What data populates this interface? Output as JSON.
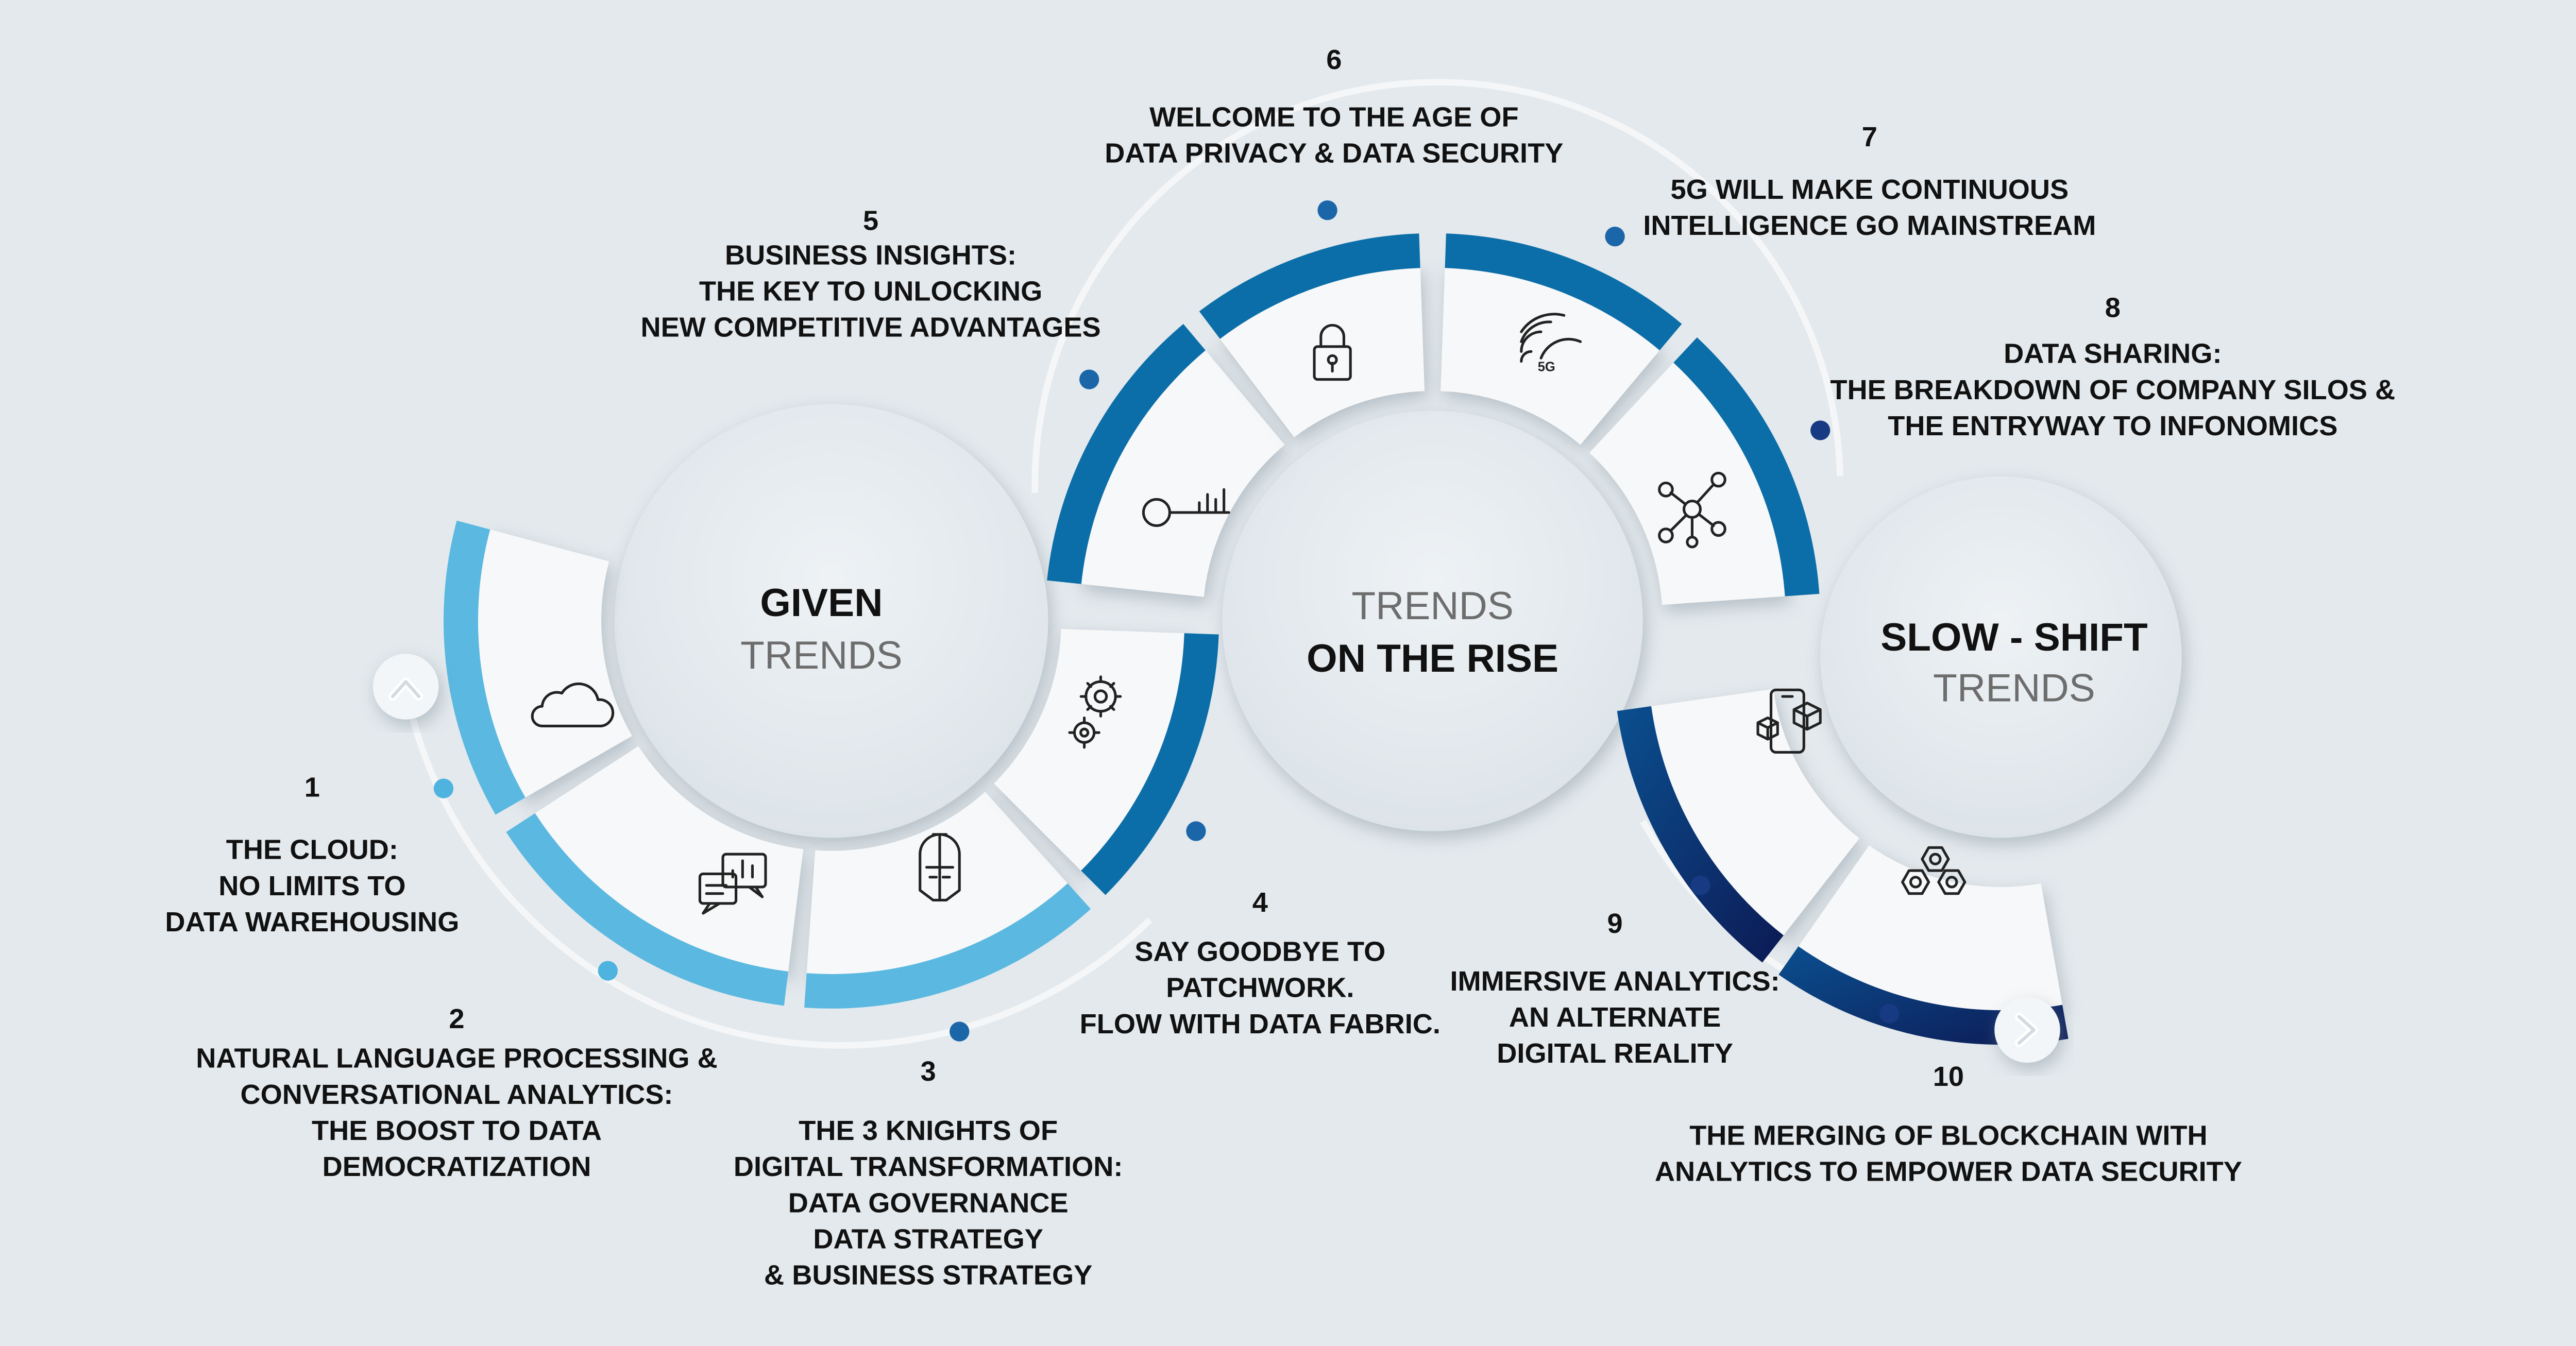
{
  "colors": {
    "background": "#e3e9ed",
    "light_blue": "#5bb8e0",
    "mid_blue": "#0c6ea8",
    "dark_navy": "#0d1d5c",
    "text": "#111111"
  },
  "groups": [
    {
      "id": "given",
      "line1": "GIVEN",
      "line2": "TRENDS"
    },
    {
      "id": "rise",
      "line1": "TRENDS",
      "line2": "ON THE RISE"
    },
    {
      "id": "slow",
      "line1": "SLOW - SHIFT",
      "line2": "TRENDS"
    }
  ],
  "trends": [
    {
      "number": "1",
      "lines": [
        "THE CLOUD:",
        "NO LIMITS TO",
        "DATA WAREHOUSING"
      ],
      "icon": "cloud-icon"
    },
    {
      "number": "2",
      "lines": [
        "NATURAL LANGUAGE PROCESSING &",
        "CONVERSATIONAL ANALYTICS:",
        "THE BOOST TO DATA",
        "DEMOCRATIZATION"
      ],
      "icon": "chat-chart-icon"
    },
    {
      "number": "3",
      "lines": [
        "THE 3 KNIGHTS OF",
        "DIGITAL TRANSFORMATION:",
        "DATA GOVERNANCE",
        "DATA STRATEGY",
        "& BUSINESS STRATEGY"
      ],
      "icon": "knight-helmet-icon"
    },
    {
      "number": "4",
      "lines": [
        "SAY GOODBYE TO",
        "PATCHWORK.",
        "FLOW WITH DATA FABRIC."
      ],
      "icon": "gears-icon"
    },
    {
      "number": "5",
      "lines": [
        "BUSINESS INSIGHTS:",
        "THE KEY TO UNLOCKING",
        "NEW COMPETITIVE ADVANTAGES"
      ],
      "icon": "key-chart-icon"
    },
    {
      "number": "6",
      "lines": [
        "WELCOME TO THE AGE OF",
        "DATA PRIVACY & DATA SECURITY"
      ],
      "icon": "padlock-icon"
    },
    {
      "number": "7",
      "lines": [
        "5G WILL MAKE CONTINUOUS",
        "INTELLIGENCE GO MAINSTREAM"
      ],
      "icon": "5g-signal-icon",
      "icon_text": "5G"
    },
    {
      "number": "8",
      "lines": [
        "DATA SHARING:",
        "THE BREAKDOWN OF COMPANY SILOS &",
        "THE ENTRYWAY TO INFONOMICS"
      ],
      "icon": "network-nodes-icon"
    },
    {
      "number": "9",
      "lines": [
        "IMMERSIVE ANALYTICS:",
        "AN ALTERNATE",
        "DIGITAL REALITY"
      ],
      "icon": "phone-cubes-icon"
    },
    {
      "number": "10",
      "lines": [
        "THE MERGING OF BLOCKCHAIN WITH",
        "ANALYTICS TO EMPOWER DATA SECURITY"
      ],
      "icon": "hexagons-icon"
    }
  ],
  "arrows": [
    {
      "id": "start",
      "icon": "chevron-up-icon"
    },
    {
      "id": "end",
      "icon": "chevron-right-icon"
    }
  ]
}
